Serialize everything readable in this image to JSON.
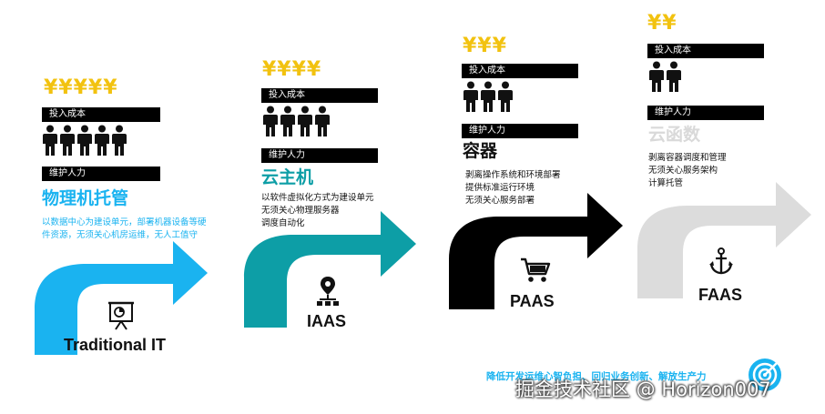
{
  "stages": [
    {
      "id": "traditional",
      "yen": "¥¥¥¥¥",
      "cost_label": "投入成本",
      "people_count": 5,
      "maint_label": "维护人力",
      "title": "物理机托管",
      "title_color": "#1ab3f0",
      "desc": [
        "以数据中心为建设单元，部署机器设备等硬",
        "件资源，无须关心机房运维，无人工值守"
      ],
      "desc_color": "#1ab3f0",
      "arrow_color": "#1ab3f0",
      "icon": "presentation-board-icon",
      "label": "Traditional IT"
    },
    {
      "id": "iaas",
      "yen": "¥¥¥¥",
      "cost_label": "投入成本",
      "people_count": 4,
      "maint_label": "维护人力",
      "title": "云主机",
      "title_color": "#0d9ea6",
      "desc": [
        "以软件虚拟化方式为建设单元",
        "无须关心物理服务器",
        "调度自动化"
      ],
      "desc_color": "#111111",
      "arrow_color": "#0d9ea6",
      "icon": "network-location-icon",
      "label": "IAAS"
    },
    {
      "id": "paas",
      "yen": "¥¥¥",
      "cost_label": "投入成本",
      "people_count": 3,
      "maint_label": "维护人力",
      "title": "容器",
      "title_color": "#111111",
      "desc": [
        "剥离操作系统和环境部署",
        "提供标准运行环境",
        "无须关心服务部署"
      ],
      "desc_color": "#111111",
      "arrow_color": "#000000",
      "icon": "shopping-cart-icon",
      "label": "PAAS"
    },
    {
      "id": "faas",
      "yen": "¥¥",
      "cost_label": "投入成本",
      "people_count": 2,
      "maint_label": "维护人力",
      "title": "云函数",
      "title_color": "#d9d9d9",
      "desc": [
        "剥离容器调度和管理",
        "无须关心服务架构",
        "计算托管"
      ],
      "desc_color": "#111111",
      "arrow_color": "#dcdcdc",
      "icon": "anchor-icon",
      "label": "FAAS"
    }
  ],
  "footer": {
    "slogan": "降低开发运维心智负担、回归业务创新、解放生产力",
    "slogan_color": "#1ab3f0",
    "watermark": "掘金技术社区 @ Horizon007",
    "badge_icon": "target-arrow-icon"
  }
}
